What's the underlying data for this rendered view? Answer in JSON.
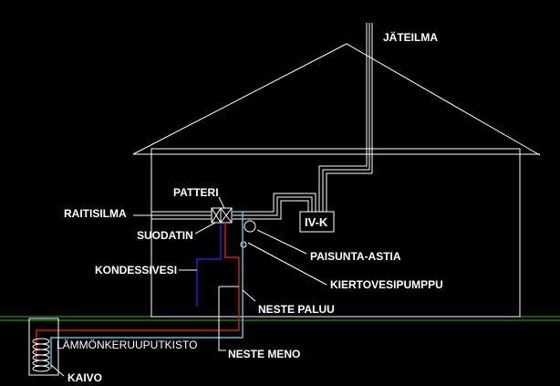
{
  "labels": {
    "exhaust_air": "JÄTEILMA",
    "coil": "PATTERI",
    "fresh_air": "RAITISILMA",
    "filter": "SUODATIN",
    "condensate": "KONDESSIVESI",
    "expansion_tank": "PAISUNTA-ASTIA",
    "circulation_pump": "KIERTOVESIPUMPPU",
    "fluid_return": "NESTE PALUU",
    "heat_coil_tubing": "LÄMMÖNKERUUPUTKISTO",
    "fluid_supply": "NESTE MENO",
    "well": "KAIVO",
    "ventilation_unit": "IV-K"
  },
  "colors": {
    "background": "#000000",
    "lines": "#ffffff",
    "ground": "#2db52d",
    "supply_pipe": "#e01010",
    "return_pipe": "#46c3d6",
    "condensate_pipe": "#2020e0"
  }
}
